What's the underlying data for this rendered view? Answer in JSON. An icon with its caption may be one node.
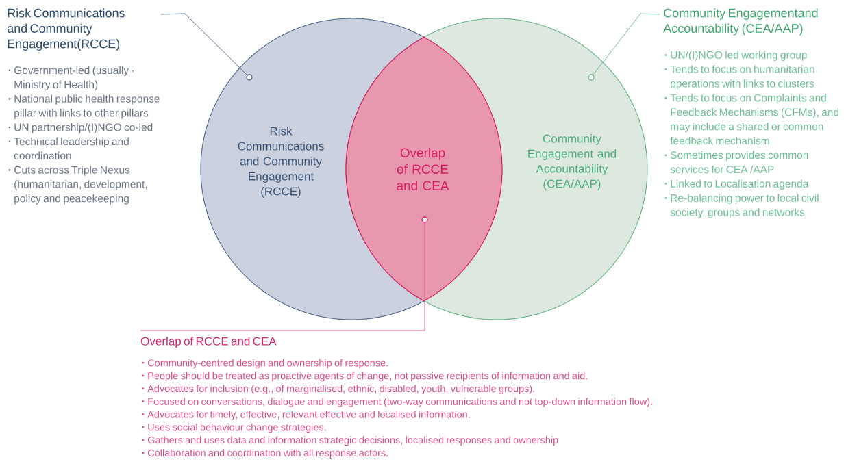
{
  "diagram": {
    "nodes": [
      {
        "text": [
          "Risk Communications and Community Engagement (RCCE)"
        ]
      },
      {
        "text": [
          "Community Engagement and Accountability (CEA/AAP)"
        ]
      },
      {
        "text": [
          "Overlap of RCCE and CEA"
        ]
      },
      {
        "text": [
          "Risk Communications and Community Engagement(RCCE)",
          "Government-led (usually · Ministry of Health)",
          "National public health response pillar with links to other pillars",
          "UN partnership/(I)NGO co-led",
          "Technical leadership and coordination",
          "Cuts across Triple Nexus (humanitarian, development, policy and peacekeeping"
        ]
      },
      {
        "text": [
          "Community Engagementand Accountability (CEA/AAP)",
          "UN/(I)NGO led working group",
          "Tends to focus on humanitarian operations with links to clusters",
          "Tends to focus on Complaints and Feedback Mechanisms (CFMs), and may include a shared or common feedback mechanism",
          "Sometimes provides common services for CEA /AAP",
          "Linked to Localisation agenda",
          "Re-balancing power to local civil society, groups and networks"
        ]
      },
      {
        "text": [
          "Overlap of RCCE and CEA",
          "Community-centred design and ownership of response.",
          "People should be treated as proactive agents of change, not passive recipients of information and aid.",
          "Advocates for inclusion (e.g., of marginalised, ethnic, disabled, youth, vulnerable groups).",
          "Focused on conversations, dialogue and engagement (two-way communications and not top-down information flow).",
          "Advocates for timely, effective, relevant effective and localised information.",
          "Uses social behaviour change strategies.",
          "Gathers and uses data and information strategic decisions, localised responses and ownership",
          "Collaboration and coordination with all response actors."
        ]
      },
      {
        "text": [],
        "shape": "circle",
        "in": 0
      },
      {
        "text": [],
        "shape": "circle",
        "in": 1
      },
      {
        "text": [],
        "shape": "circle",
        "in": 2
      }
    ],
    "edges": [
      {
        "from": 3,
        "to": 6,
        "arrow": "none",
        "color": "#4a6382"
      },
      {
        "from": 4,
        "to": 7,
        "arrow": "none",
        "color": "#5fb083"
      },
      {
        "from": 5,
        "to": 8,
        "arrow": "none",
        "color": "#e0528f"
      }
    ]
  }
}
